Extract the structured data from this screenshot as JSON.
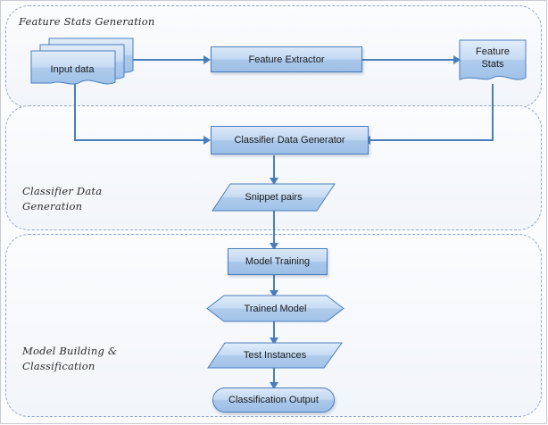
{
  "diagram": {
    "title": "Feature Stats Generation / Classifier Data Generation / Model Building & Classification pipeline",
    "accent_color": "#4a7ebb",
    "node_fill_light": "#dbe8f8",
    "node_fill_dark": "#9dbfe6",
    "panel_border_color": "#8fa7cc",
    "background": "#fbfcfd"
  },
  "groups": [
    {
      "id": "feature-stats-generation",
      "label": "Feature Stats Generation"
    },
    {
      "id": "classifier-data-generation",
      "label": "Classifier Data\nGeneration"
    },
    {
      "id": "model-building-classification",
      "label": "Model Building &\nClassification"
    }
  ],
  "nodes": [
    {
      "id": "input-data",
      "label": "Input data",
      "shape": "document-stack"
    },
    {
      "id": "feature-extractor",
      "label": "Feature Extractor",
      "shape": "rectangle"
    },
    {
      "id": "feature-stats",
      "label": "Feature\nStats",
      "shape": "document"
    },
    {
      "id": "classifier-data-generator",
      "label": "Classifier Data Generator",
      "shape": "rectangle"
    },
    {
      "id": "snippet-pairs",
      "label": "Snippet pairs",
      "shape": "parallelogram"
    },
    {
      "id": "model-training",
      "label": "Model Training",
      "shape": "rectangle"
    },
    {
      "id": "trained-model",
      "label": "Trained Model",
      "shape": "hexagon"
    },
    {
      "id": "test-instances",
      "label": "Test Instances",
      "shape": "parallelogram"
    },
    {
      "id": "classification-output",
      "label": "Classification Output",
      "shape": "rounded-terminator"
    }
  ],
  "edges": [
    {
      "id": "input-data-to-feature-extractor",
      "from": "input-data",
      "to": "feature-extractor",
      "label": ""
    },
    {
      "id": "feature-extractor-to-feature-stats",
      "from": "feature-extractor",
      "to": "feature-stats",
      "label": ""
    },
    {
      "id": "input-data-to-classifier-data-generator",
      "from": "input-data",
      "to": "classifier-data-generator",
      "label": ""
    },
    {
      "id": "feature-stats-to-classifier-data-generator",
      "from": "feature-stats",
      "to": "classifier-data-generator",
      "label": ""
    },
    {
      "id": "classifier-data-generator-to-snippet-pairs",
      "from": "classifier-data-generator",
      "to": "snippet-pairs",
      "label": ""
    },
    {
      "id": "snippet-pairs-to-model-training",
      "from": "snippet-pairs",
      "to": "model-training",
      "label": ""
    },
    {
      "id": "model-training-to-trained-model",
      "from": "model-training",
      "to": "trained-model",
      "label": ""
    },
    {
      "id": "trained-model-to-test-instances",
      "from": "trained-model",
      "to": "test-instances",
      "label": ""
    },
    {
      "id": "test-instances-to-classification-output",
      "from": "test-instances",
      "to": "classification-output",
      "label": ""
    }
  ]
}
